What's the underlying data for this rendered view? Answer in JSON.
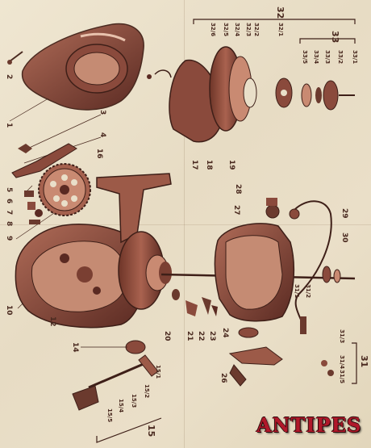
{
  "brand": "ANTIPES",
  "labels": {
    "l1": "1",
    "l2": "2",
    "l3": "3",
    "l4": "4",
    "l5": "5",
    "l6": "6",
    "l7": "7",
    "l8": "8",
    "l9": "9",
    "l10": "10",
    "l12": "12",
    "l14": "14",
    "l15": "15",
    "l16": "16",
    "l17": "17",
    "l18": "18",
    "l19": "19",
    "l20": "20",
    "l21": "21",
    "l22": "22",
    "l23": "23",
    "l24": "24",
    "l26": "26",
    "l27": "27",
    "l28": "28",
    "l29": "29",
    "l30": "30",
    "l31": "31",
    "l32": "32",
    "l33": "33"
  },
  "sublabels": {
    "s32_1": "32/1",
    "s32_2": "32/2",
    "s32_3": "32/3",
    "s32_4": "32/4",
    "s32_5": "32/5",
    "s32_6": "32/6",
    "s33_1": "33/1",
    "s33_2": "33/2",
    "s33_3": "33/3",
    "s33_4": "33/4",
    "s33_5": "33/5",
    "s31_1": "31/1",
    "s31_2": "31/2",
    "s31_3": "31/3",
    "s31_4": "31/4",
    "s31_5": "31/5",
    "s15_1": "15/1",
    "s15_2": "15/2",
    "s15_3": "15/3",
    "s15_4": "15/4",
    "s15_5": "15/5"
  },
  "colors": {
    "ink": "#4a2a20",
    "part_dark": "#6b3a2e",
    "part_mid": "#9c5a48",
    "brand": "#b0182a"
  }
}
